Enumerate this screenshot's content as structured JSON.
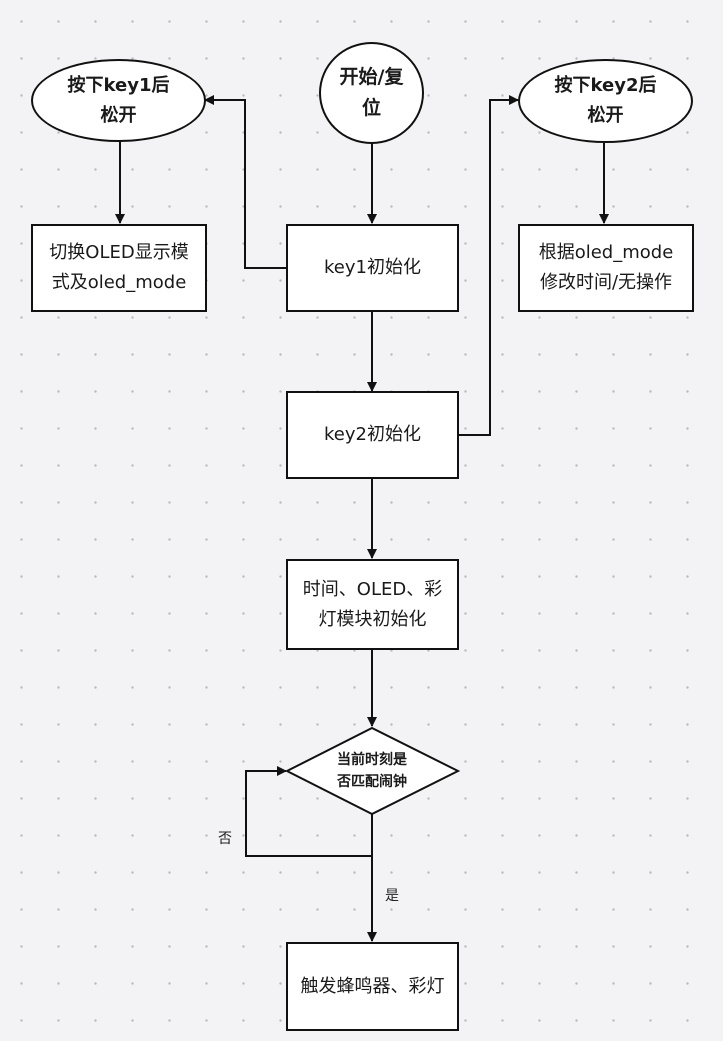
{
  "nodes": {
    "start": [
      "开始/复",
      "位"
    ],
    "key1_released": [
      "按下key1后",
      "松开"
    ],
    "key2_released": [
      "按下key2后",
      "松开"
    ],
    "key1_init": [
      "key1初始化"
    ],
    "switch_oled": [
      "切换OLED显示模",
      "式及oled_mode"
    ],
    "modify_time": [
      "根据oled_mode",
      "修改时间/无操作"
    ],
    "key2_init": [
      "key2初始化"
    ],
    "module_init": [
      "时间、OLED、彩",
      "灯模块初始化"
    ],
    "alarm_check": [
      "当前时刻是",
      "否匹配闹钟"
    ],
    "trigger": [
      "触发蜂鸣器、彩灯"
    ]
  },
  "edge_labels": {
    "no": "否",
    "yes": "是"
  }
}
